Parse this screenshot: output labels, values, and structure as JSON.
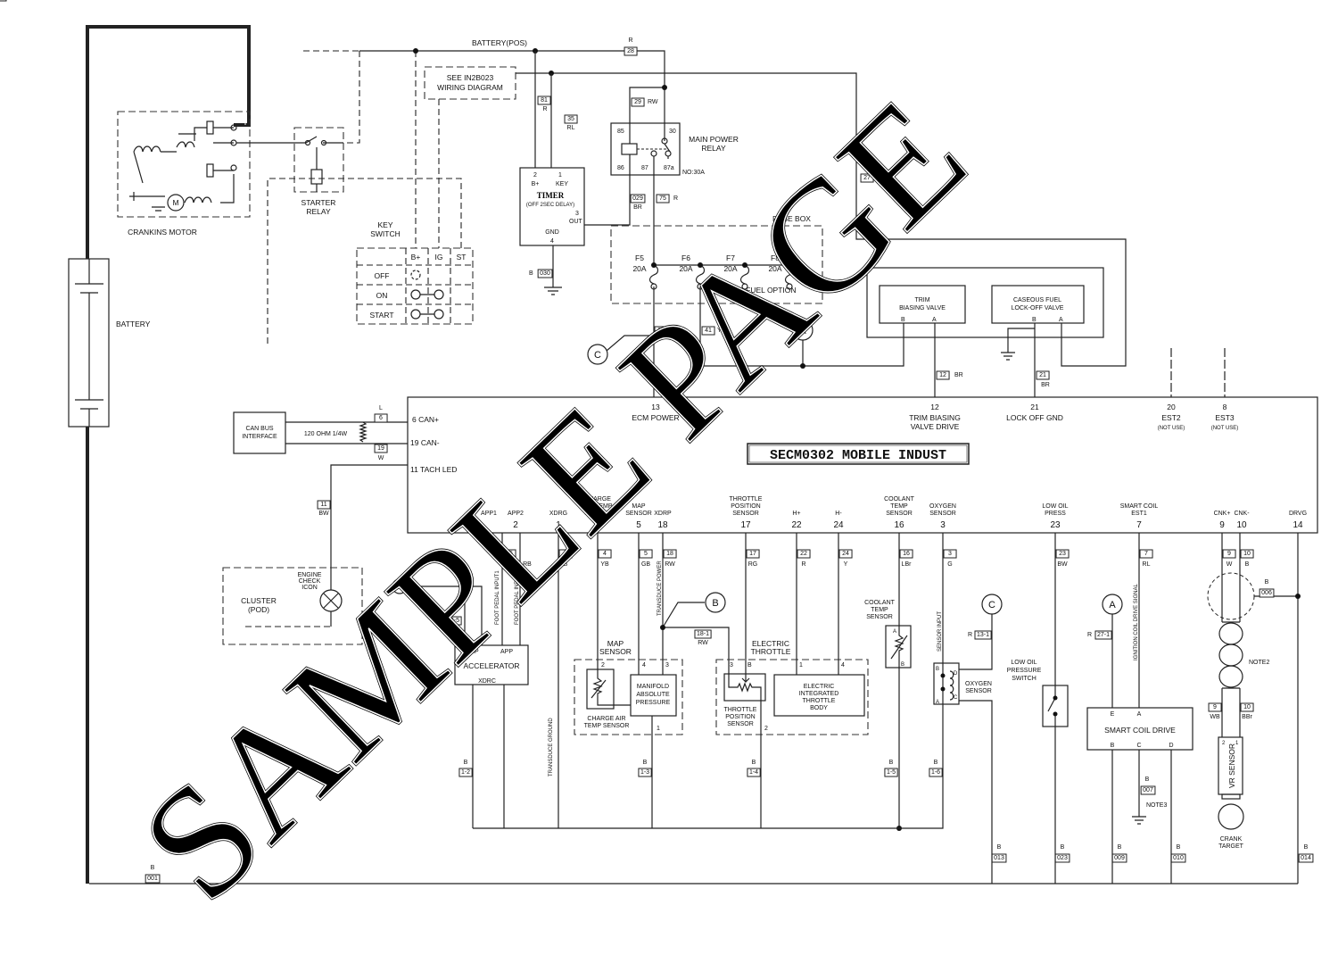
{
  "watermark": "SAMPLE PAGE",
  "battery_pos": "BATTERY(POS)",
  "battery": "BATTERY",
  "cranking_motor": "CRANKINS MOTOR",
  "motor_symbol": "M",
  "starter_relay": [
    "STARTER",
    "RELAY"
  ],
  "see_box": [
    "SEE IN2B023",
    "WIRING DIAGRAM"
  ],
  "key_switch": {
    "title": [
      "KEY",
      "SWITCH"
    ],
    "columns": [
      "B+",
      "IG",
      "ST"
    ],
    "rows": [
      "OFF",
      "ON",
      "START"
    ]
  },
  "timer": {
    "pins": {
      "b_plus_num": "2",
      "b_plus": "B+",
      "key_num": "1",
      "key": "KEY",
      "out_num": "3",
      "out": "OUT",
      "gnd": "GND",
      "gnd_num": "4"
    },
    "name": "TIMER",
    "desc": "(OFF 2SEC DELAY)"
  },
  "main_relay": {
    "name": [
      "MAIN POWER",
      "RELAY"
    ],
    "rating": "NO:30A",
    "pins": [
      "85",
      "86",
      "87",
      "87a",
      "30"
    ]
  },
  "fuse_box": {
    "title": "FUSE BOX",
    "option": "DUAL FUEL OPTION",
    "fuses": [
      {
        "name": "F5",
        "rating": "20A"
      },
      {
        "name": "F6",
        "rating": "20A"
      },
      {
        "name": "F7",
        "rating": "20A"
      },
      {
        "name": "F8",
        "rating": "20A"
      }
    ]
  },
  "valves": {
    "trim": [
      "TRIM",
      "BIASING VALVE"
    ],
    "caseous": [
      "CASEOUS FUEL",
      "LOCK-OFF VALVE"
    ],
    "pin_b": "B",
    "pin_a": "A"
  },
  "connectors": {
    "a": "A",
    "b": "B",
    "c": "C"
  },
  "ecm": {
    "title": "SECM0302 MOBILE INDUST",
    "left_pins": [
      "6  CAN+",
      "19  CAN-",
      "11  TACH LED"
    ],
    "top_pins": [
      {
        "num": "13",
        "label": [
          "ECM POWER"
        ]
      },
      {
        "num": "12",
        "label": [
          "TRIM BIASING",
          "VALVE DRIVE"
        ]
      },
      {
        "num": "21",
        "label": [
          "LOCK OFF GND"
        ]
      },
      {
        "num": "20",
        "label": [
          "EST2",
          "(NOT USE)"
        ]
      },
      {
        "num": "8",
        "label": [
          "EST3",
          "(NOT USE)"
        ]
      }
    ],
    "bottom_pins": [
      {
        "num": "",
        "label": [
          "APP1"
        ]
      },
      {
        "num": "2",
        "label": [
          "APP2"
        ]
      },
      {
        "num": "1",
        "label": [
          "XDRG"
        ]
      },
      {
        "num": "4",
        "label": [
          "CHARGE",
          "AIR/TEMP",
          "SENSOR"
        ]
      },
      {
        "num": "5",
        "label": [
          "MAP",
          "SENSOR"
        ]
      },
      {
        "num": "18",
        "label": [
          "XDRP"
        ]
      },
      {
        "num": "17",
        "label": [
          "THROTTLE",
          "POSITION",
          "SENSOR"
        ]
      },
      {
        "num": "22",
        "label": [
          "H+"
        ]
      },
      {
        "num": "24",
        "label": [
          "H-"
        ]
      },
      {
        "num": "16",
        "label": [
          "COOLANT",
          "TEMP",
          "SENSOR"
        ]
      },
      {
        "num": "3",
        "label": [
          "OXYGEN",
          "SENSOR"
        ]
      },
      {
        "num": "23",
        "label": [
          "LOW OIL",
          "PRESS"
        ]
      },
      {
        "num": "7",
        "label": [
          "SMART COIL",
          "EST1"
        ]
      },
      {
        "num": "9",
        "label": [
          "CNK+"
        ]
      },
      {
        "num": "10",
        "label": [
          "CNK-"
        ]
      },
      {
        "num": "14",
        "label": [
          "DRVG"
        ]
      }
    ]
  },
  "wires": {
    "w28": {
      "id": "28",
      "color": "R"
    },
    "w81": {
      "id": "81",
      "color": "R"
    },
    "w35": {
      "id": "35",
      "color": "RL"
    },
    "w29": {
      "id": "29",
      "color": "RW"
    },
    "w029": {
      "id": "029",
      "color": "BR"
    },
    "w75": {
      "id": "75",
      "color": "R"
    },
    "w27": {
      "id": "27",
      "color": "R"
    },
    "w030": {
      "id": "030",
      "color": "B"
    },
    "w13": {
      "id": "13",
      "color": ""
    },
    "w41": {
      "id": "41",
      "color": "Y"
    },
    "w12": {
      "id": "12",
      "color": "BR"
    },
    "w21": {
      "id": "21",
      "color": "BR"
    },
    "w6": {
      "id": "6",
      "color": "L"
    },
    "w19": {
      "id": "19",
      "color": "W"
    },
    "w11": {
      "id": "11",
      "color": "BW"
    },
    "bottom": [
      {
        "id": "15",
        "color": "G"
      },
      {
        "id": "",
        "color": "RB"
      },
      {
        "id": "1",
        "color": "B"
      },
      {
        "id": "4",
        "color": "YB"
      },
      {
        "id": "5",
        "color": "GB"
      },
      {
        "id": "18",
        "color": "RW"
      },
      {
        "id": "17",
        "color": "RG"
      },
      {
        "id": "22",
        "color": "R"
      },
      {
        "id": "24",
        "color": "Y"
      },
      {
        "id": "16",
        "color": "LBr"
      },
      {
        "id": "3",
        "color": "G"
      },
      {
        "id": "23",
        "color": "BW"
      },
      {
        "id": "7",
        "color": "RL"
      },
      {
        "id": "9",
        "color": "W"
      },
      {
        "id": "10",
        "color": "B"
      }
    ],
    "w18_5": {
      "id": "18-5",
      "color": "RW"
    },
    "w18_1": {
      "id": "18-1",
      "color": "RW"
    },
    "w13_1": {
      "id": "13-1",
      "color": "R"
    },
    "w27_1": {
      "id": "27-1",
      "color": "R"
    },
    "w1_2": {
      "id": "1-2",
      "color": "B"
    },
    "w1_3": {
      "id": "1-3",
      "color": "B"
    },
    "w1_4": {
      "id": "1-4",
      "color": "B"
    },
    "w1_5": {
      "id": "1-5",
      "color": "B"
    },
    "w1_6": {
      "id": "1-6",
      "color": "B"
    },
    "w013": {
      "id": "013",
      "color": "B"
    },
    "w023": {
      "id": "023",
      "color": "B"
    },
    "w009": {
      "id": "009",
      "color": "B"
    },
    "w010": {
      "id": "010",
      "color": "B"
    },
    "w014": {
      "id": "014",
      "color": "B"
    },
    "w007": {
      "id": "007",
      "color": "B"
    },
    "w006": {
      "id": "006",
      "color": "B"
    },
    "w001": {
      "id": "001",
      "color": "B"
    },
    "w9b": {
      "id": "9",
      "color": "WB"
    },
    "w10b": {
      "id": "10",
      "color": "BBr"
    }
  },
  "can_bus": {
    "name": [
      "CAN BUS",
      "INTERFACE"
    ],
    "resistor": "120 OHM 1/4W"
  },
  "cluster": {
    "name": [
      "CLUSTER",
      "(POD)"
    ],
    "icon": [
      "ENGINE",
      "CHECK",
      "ICON"
    ]
  },
  "accelerator": {
    "name": "ACCELERATOR",
    "xdrp": "XDRP",
    "app": "APP",
    "xdrc": "XDRC",
    "input1": "FOOT PEDAL INPUT1",
    "input2": "FOOT PEDAL INPUT2"
  },
  "transduce_ground": "TRANSDUCE GROUND",
  "transduce_power": "TRANSDUCE POWER",
  "map_sensor": {
    "title": [
      "MAP",
      "SENSOR"
    ],
    "manifold": [
      "MANIFOLD",
      "ABSOLUTE",
      "PRESSURE"
    ],
    "charge_air": [
      "CHARGE AIR",
      "TEMP SENSOR"
    ],
    "pins": [
      "2",
      "4",
      "3",
      "1"
    ]
  },
  "throttle": {
    "title": [
      "ELECTRIC",
      "THROTTLE"
    ],
    "tps": [
      "THROTTLE",
      "POSITION",
      "SENSOR"
    ],
    "body": [
      "ELECTRIC",
      "INTEGRATED",
      "THROTTLE",
      "BODY"
    ],
    "pins": [
      "3",
      "B",
      "1",
      "4",
      "2"
    ]
  },
  "coolant": {
    "title": [
      "COOLANT",
      "TEMP",
      "SENSOR"
    ],
    "pins": [
      "A",
      "B"
    ]
  },
  "oxygen": {
    "title": [
      "OXYGEN",
      "SENSOR"
    ],
    "input": "SENSOR INPUT",
    "pins": [
      "B",
      "D",
      "A",
      "C"
    ]
  },
  "low_oil": [
    "LOW OIL",
    "PRESSURE",
    "SWITCH"
  ],
  "smart_coil": {
    "name": "SMART COIL DRIVE",
    "pins": [
      "E",
      "A",
      "B",
      "C",
      "D"
    ],
    "signal": "IGNITION COIL DRIVE SIGNAL",
    "note": "NOTE3"
  },
  "vr_sensor": {
    "name": "VR SENSOR",
    "pins": [
      "2",
      "1"
    ],
    "note": "NOTE2",
    "target": [
      "CRANK",
      "TARGET"
    ]
  }
}
